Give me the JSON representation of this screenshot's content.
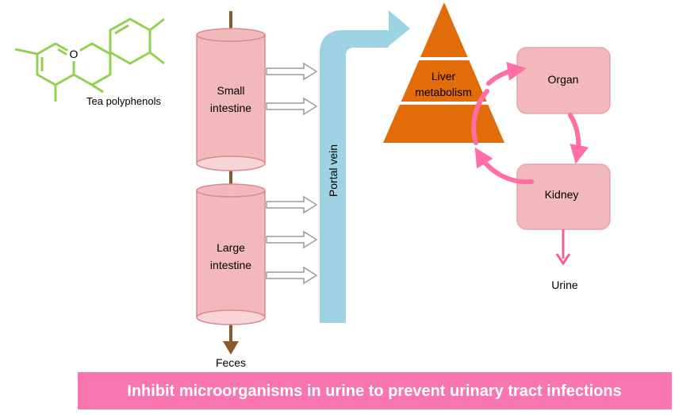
{
  "labels": {
    "compound": "Tea polyphenols",
    "small_intestine": [
      "Small",
      "intestine"
    ],
    "large_intestine": [
      "Large",
      "intestine"
    ],
    "portal_vein": "Portal vein",
    "liver": [
      "Liver",
      "metabolism"
    ],
    "organ": "Organ",
    "kidney": "Kidney",
    "urine": "Urine",
    "feces": "Feces"
  },
  "banner": "Inhibit microorganisms in urine to prevent urinary tract infections",
  "colors": {
    "molecule": "#92d050",
    "intestine_fill": "#f2b8bb",
    "intestine_stroke": "#d98a92",
    "stem": "#8b5a2b",
    "portal_vein": "#9dd3e2",
    "liver": "#e36c0a",
    "box_fill": "#f2b8bb",
    "box_stroke": "#e6a5ab",
    "cycle": "#ff6fa6",
    "urine_arrow": "#f06096",
    "banner": "#f875b0"
  }
}
